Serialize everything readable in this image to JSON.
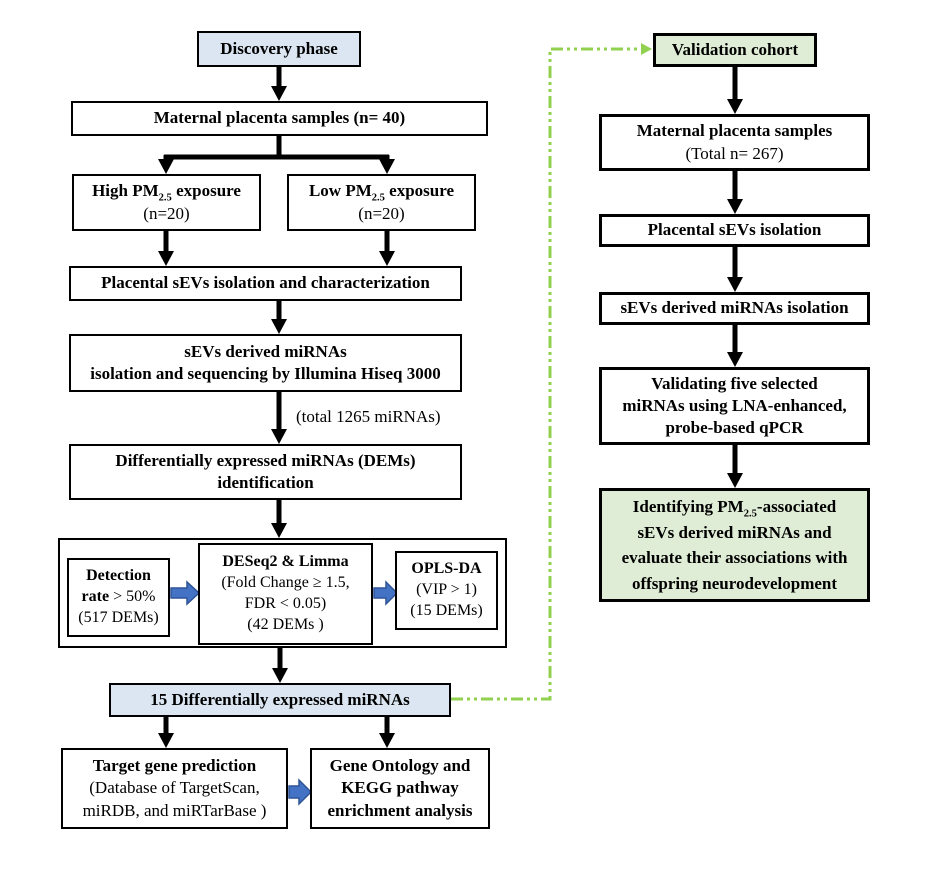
{
  "colors": {
    "box_blue": "#dbe6f2",
    "box_green": "#e0edd6",
    "green_connector": "#92d050",
    "block_arrow_fill": "#4472c4",
    "block_arrow_stroke": "#2f5496"
  },
  "discovery": {
    "phase_title": "Discovery phase",
    "maternal_samples": "Maternal placenta samples (n= 40)",
    "high_exposure": {
      "pre": "High PM",
      "sub": "2.5",
      "post": " exposure",
      "count": "(n=20)"
    },
    "low_exposure": {
      "pre": "Low PM",
      "sub": "2.5",
      "post": " exposure",
      "count": "(n=20)"
    },
    "sev_isolation": "Placental sEVs isolation and characterization",
    "mirna_sequencing": {
      "line1": "sEVs derived miRNAs",
      "line2": "isolation and sequencing by Illumina Hiseq 3000"
    },
    "total_mirnas_note": "(total 1265 miRNAs)",
    "dem_identification": {
      "line1": "Differentially expressed miRNAs (DEMs)",
      "line2": "identification"
    },
    "filter_detection": {
      "line1": "Detection",
      "line2_bold": "rate",
      "line2_rest": " > 50%",
      "line3": "(517 DEMs)"
    },
    "filter_deseq": {
      "line1": "DESeq2 & Limma",
      "line2": "(Fold Change ≥ 1.5,",
      "line3": "FDR < 0.05)",
      "line4": "(42 DEMs )"
    },
    "filter_opls": {
      "line1": "OPLS-DA",
      "line2": "(VIP > 1)",
      "line3": "(15 DEMs)"
    },
    "dem15": "15 Differentially expressed miRNAs",
    "target_gene": {
      "line1": "Target gene prediction",
      "line2": "(Database of TargetScan,",
      "line3": "miRDB, and miRTarBase )"
    },
    "gene_ontology": {
      "line1": "Gene Ontology and",
      "line2": "KEGG pathway",
      "line3": "enrichment analysis"
    }
  },
  "validation": {
    "phase_title": "Validation cohort",
    "maternal_samples": {
      "line1": "Maternal placenta samples",
      "line2": "(Total n= 267)"
    },
    "sev_isolation": "Placental sEVs isolation",
    "mirna_isolation": "sEVs derived miRNAs isolation",
    "validating": {
      "line1": "Validating five selected",
      "line2": "miRNAs using LNA-enhanced,",
      "line3": "probe-based qPCR"
    },
    "identifying": {
      "line1_pre": "Identifying PM",
      "line1_sub": "2.5",
      "line1_post": "-associated",
      "line2": "sEVs derived miRNAs and",
      "line3": "evaluate their associations with",
      "line4": "offspring neurodevelopment"
    }
  }
}
